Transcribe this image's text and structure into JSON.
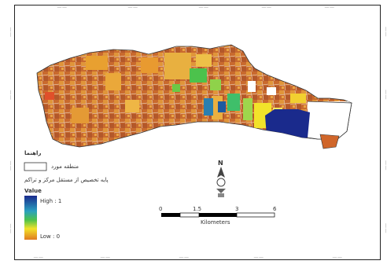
{
  "map": {
    "legend": {
      "heading": "راهنما",
      "study_area_label": "منطقه مورد",
      "layer_label": "پایه تخصیص از مستقل مرکز و تراکم",
      "value_title": "Value",
      "high_label": "High : 1",
      "low_label": "Low : 0"
    },
    "north_arrow_label": "N",
    "scale_bar": {
      "ticks": [
        "0",
        "1.5",
        "3",
        "6"
      ],
      "unit": "Kilometers"
    },
    "frame_ticks": {
      "top": [
        "——",
        "——",
        "——",
        "——",
        "——"
      ],
      "bottom": [
        "——",
        "——",
        "——",
        "——",
        "——"
      ],
      "left": [
        "——",
        "——",
        "——",
        "——"
      ],
      "right": [
        "——",
        "——",
        "——",
        "——"
      ]
    },
    "colors": {
      "high": "#1a2a8c",
      "mid_green": "#4cc24c",
      "yellow": "#f2e32a",
      "orange": "#e8a030",
      "low": "#c0622a",
      "boundary": "#ffffff"
    }
  }
}
